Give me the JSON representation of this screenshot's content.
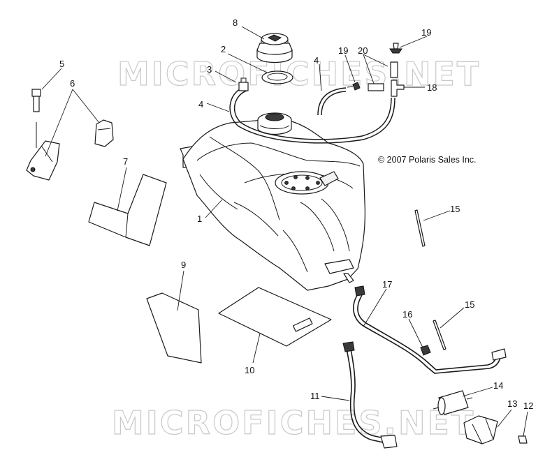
{
  "watermark_text": "MICROFICHES.NET",
  "copyright": "© 2007 Polaris Sales Inc.",
  "callouts": [
    {
      "id": "1",
      "part": "fuel-tank"
    },
    {
      "id": "2",
      "part": "cap-gasket"
    },
    {
      "id": "3",
      "part": "hose-clip"
    },
    {
      "id": "4",
      "part": "vent-hose"
    },
    {
      "id": "4",
      "part": "vent-hose"
    },
    {
      "id": "5",
      "part": "bolt"
    },
    {
      "id": "6",
      "part": "mounting-brackets"
    },
    {
      "id": "7",
      "part": "l-pad"
    },
    {
      "id": "8",
      "part": "fuel-cap"
    },
    {
      "id": "9",
      "part": "small-pad"
    },
    {
      "id": "10",
      "part": "large-pad"
    },
    {
      "id": "11",
      "part": "fuel-line"
    },
    {
      "id": "12",
      "part": "clip-nut"
    },
    {
      "id": "13",
      "part": "filter-bracket"
    },
    {
      "id": "14",
      "part": "fuel-filter"
    },
    {
      "id": "15",
      "part": "cable-tie"
    },
    {
      "id": "15",
      "part": "cable-tie"
    },
    {
      "id": "16",
      "part": "grommet"
    },
    {
      "id": "17",
      "part": "fuel-line"
    },
    {
      "id": "18",
      "part": "tee-fitting"
    },
    {
      "id": "19",
      "part": "check-valve"
    },
    {
      "id": "19",
      "part": "check-valve"
    },
    {
      "id": "20",
      "part": "hose-segments"
    }
  ]
}
